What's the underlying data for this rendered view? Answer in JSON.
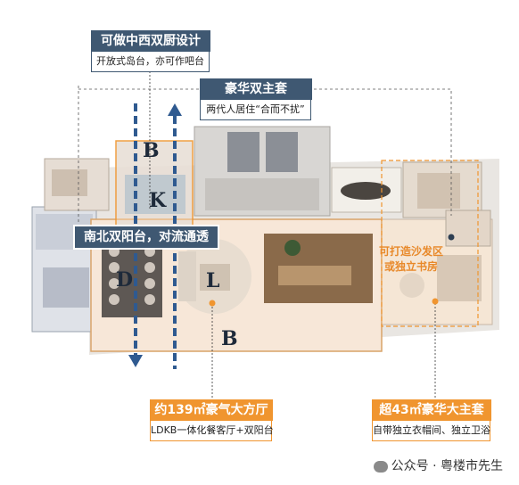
{
  "callouts": {
    "kitchen": {
      "title": "可做中西双厨设计",
      "sub": "开放式岛台，亦可作吧台"
    },
    "master": {
      "title": "豪华双主套",
      "sub": "两代人居住“合而不扰”"
    },
    "balcony": {
      "title": "南北双阳台，对流通透"
    },
    "sofa": {
      "title": "可打造沙发区\n或独立书房"
    },
    "living": {
      "title": "约139㎡豪气大方厅",
      "sub": "LDKB一体化餐客厅+双阳台"
    },
    "suite": {
      "title": "超43㎡豪华大主套",
      "sub": "自带独立衣帽间、独立卫浴"
    }
  },
  "letters": {
    "b_top": "B",
    "k": "K",
    "d": "D",
    "l": "L",
    "b_bottom": "B"
  },
  "footer": {
    "text": "公众号 · 粤楼市先生"
  },
  "colors": {
    "navy": "#3f5872",
    "orange": "#f0952f",
    "arrow_blue": "#2f5a90"
  }
}
